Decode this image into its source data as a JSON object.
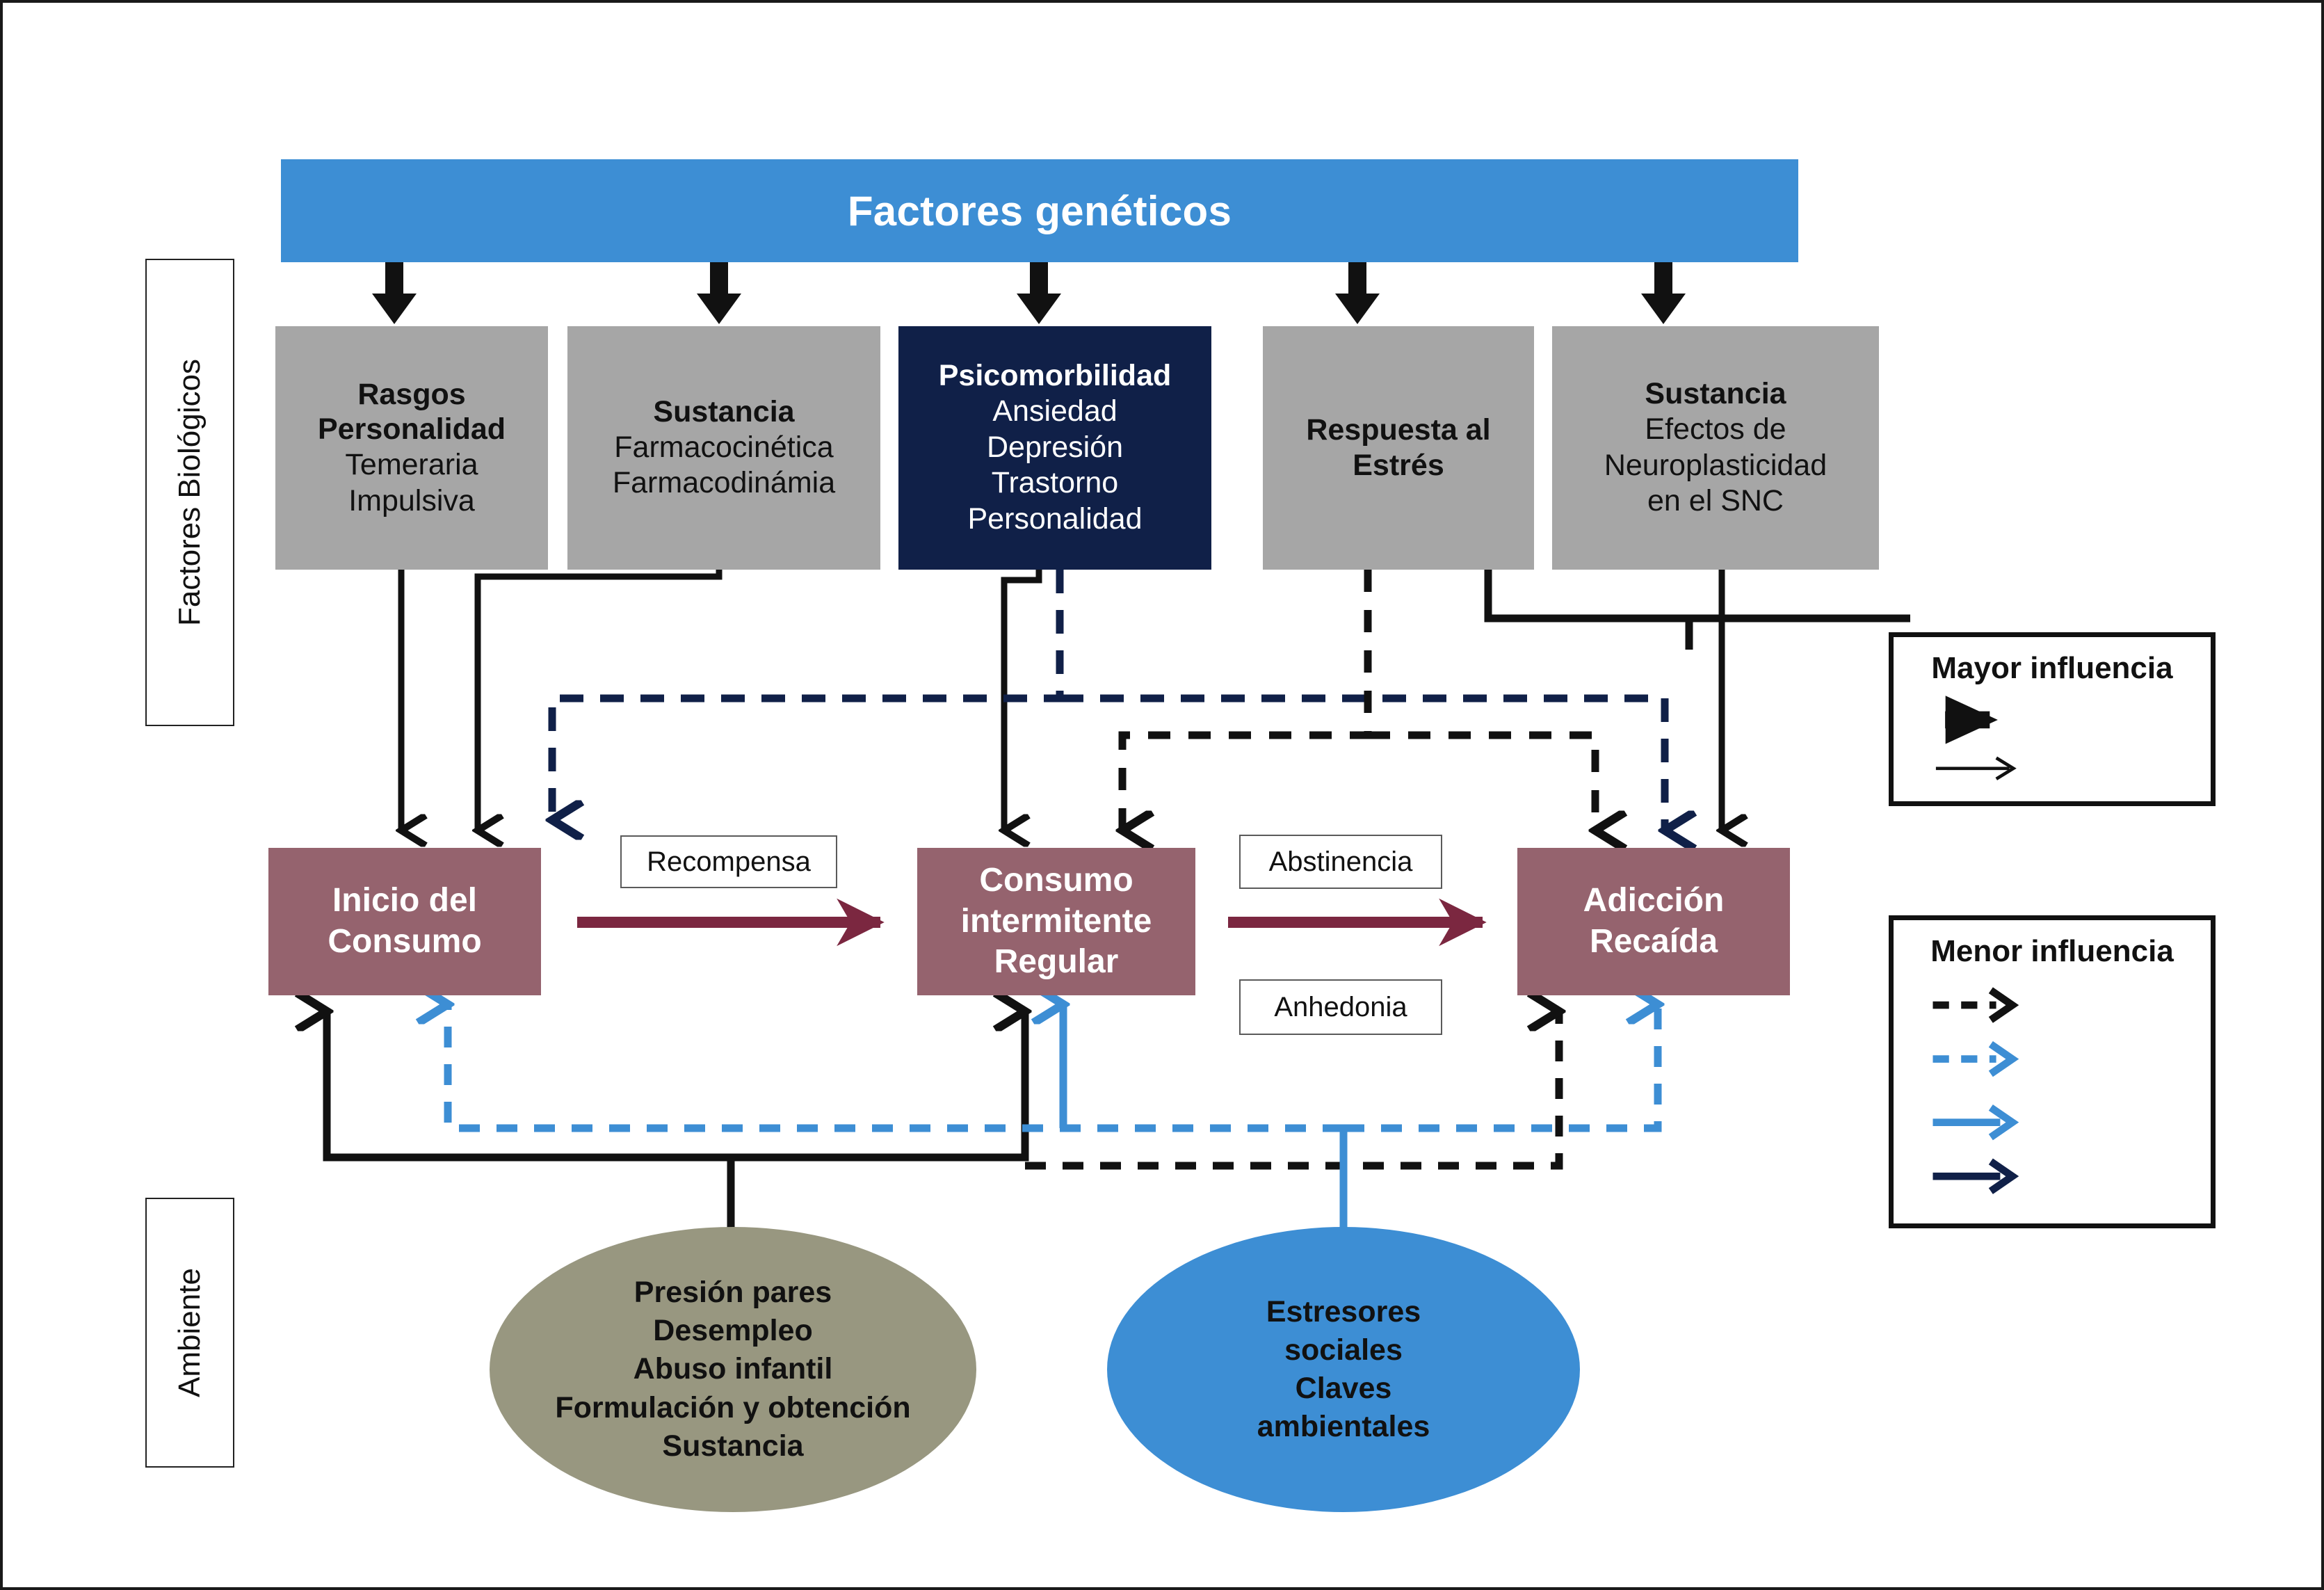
{
  "diagram": {
    "genetic_header": "Factores genéticos",
    "side_labels": {
      "biological": "Factores Biológicos",
      "environment": "Ambiente"
    },
    "biological_factors": [
      {
        "name": "rasgos-personalidad",
        "heading": "Rasgos\nPersonalidad",
        "lines": [
          "Temeraria",
          "Impulsiva"
        ],
        "fill": "#a6a6a6",
        "text": "#111111"
      },
      {
        "name": "sustancia-farmacologia",
        "heading": "Sustancia",
        "lines": [
          "Farmacocinética",
          "Farmacodinámia"
        ],
        "fill": "#a6a6a6",
        "text": "#111111"
      },
      {
        "name": "psicomorbilidad",
        "heading": "Psicomorbilidad",
        "lines": [
          "Ansiedad",
          "Depresión",
          "Trastorno",
          "Personalidad"
        ],
        "fill": "#102048",
        "text": "#ffffff"
      },
      {
        "name": "respuesta-estres",
        "heading": "Respuesta al\nEstrés",
        "lines": [],
        "fill": "#a6a6a6",
        "text": "#111111"
      },
      {
        "name": "sustancia-neuroplasticidad",
        "heading": "Sustancia",
        "lines": [
          "Efectos de",
          "Neuroplasticidad",
          "en el SNC"
        ],
        "fill": "#a6a6a6",
        "text": "#111111"
      }
    ],
    "stages": [
      {
        "name": "inicio-consumo",
        "label": "Inicio del\nConsumo"
      },
      {
        "name": "consumo-intermitente",
        "label": "Consumo\nintermitente\nRegular"
      },
      {
        "name": "adiccion-recaida",
        "label": "Adicción\nRecaída"
      }
    ],
    "transition_tags": [
      {
        "name": "recompensa",
        "label": "Recompensa"
      },
      {
        "name": "abstinencia",
        "label": "Abstinencia"
      },
      {
        "name": "anhedonia",
        "label": "Anhedonia"
      }
    ],
    "environment_nodes": [
      {
        "name": "factores-ambientales",
        "lines": [
          "Presión pares",
          "Desempleo",
          "Abuso infantil",
          "Formulación y obtención",
          "Sustancia"
        ],
        "fill": "#989780"
      },
      {
        "name": "estresores-sociales",
        "lines": [
          "Estresores",
          "sociales",
          "Claves",
          "ambientales"
        ],
        "fill": "#3d8ed4"
      }
    ],
    "legends": [
      {
        "name": "mayor-influencia",
        "title": "Mayor influencia",
        "entries": [
          {
            "style": "solid-thick",
            "color": "#111111"
          },
          {
            "style": "solid-thin",
            "color": "#111111"
          }
        ]
      },
      {
        "name": "menor-influencia",
        "title": "Menor influencia",
        "entries": [
          {
            "style": "dashed",
            "color": "#111111"
          },
          {
            "style": "dashed",
            "color": "#3d8ed4"
          },
          {
            "style": "solid",
            "color": "#3d8ed4"
          },
          {
            "style": "solid",
            "color": "#102048"
          }
        ]
      }
    ],
    "colors": {
      "genetic_blue": "#3d8ed4",
      "bio_gray": "#a6a6a6",
      "psico_navy": "#102048",
      "stage_mauve": "#95636e",
      "arrow_maroon": "#7b2740",
      "env_olive": "#989780",
      "black": "#111111"
    }
  },
  "chart_data": {
    "type": "diagram",
    "title": "Factores genéticos",
    "nodes": [
      "Factores genéticos",
      "Rasgos Personalidad",
      "Sustancia (Farmacocinética / Farmacodinámia)",
      "Psicomorbilidad",
      "Respuesta al Estrés",
      "Sustancia (Efectos de Neuroplasticidad en el SNC)",
      "Inicio del Consumo",
      "Consumo intermitente Regular",
      "Adicción Recaída",
      "Presión pares / Desempleo / Abuso infantil / Formulación y obtención Sustancia",
      "Estresores sociales / Claves ambientales"
    ],
    "edge_labels": [
      "Recompensa",
      "Abstinencia",
      "Anhedonia"
    ],
    "legend": [
      "Mayor influencia",
      "Menor influencia"
    ]
  }
}
